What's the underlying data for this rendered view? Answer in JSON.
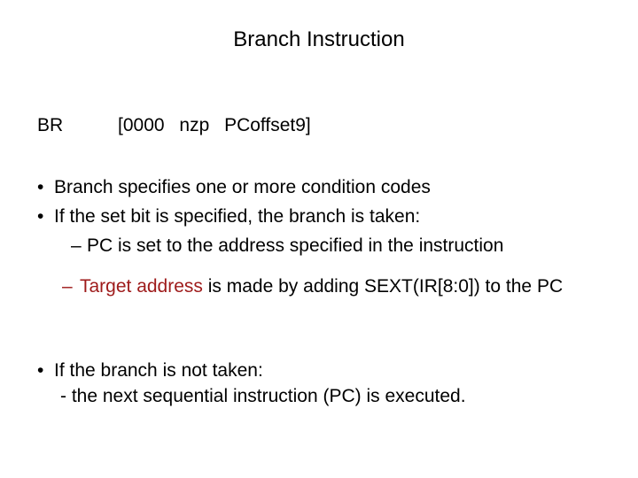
{
  "slide": {
    "title": "Branch Instruction",
    "instruction": {
      "mnemonic": "BR",
      "encoding": "[0000 nzp PCoffset9]"
    },
    "glyphs": {
      "bullet": "•",
      "dash": "–"
    },
    "bullets": {
      "b1": "Branch specifies one or more condition codes",
      "b2": "If the set bit is specified, the branch is taken:",
      "b2_sub1": "PC is set to the address specified in the instruction",
      "b2_sub2_highlight": "Target address",
      "b2_sub2_rest": " is made by adding SEXT(IR[8:0]) to the PC",
      "b3": "If the branch is not taken:",
      "b3_sub1": "- the next sequential instruction (PC) is executed."
    },
    "colors": {
      "background": "#ffffff",
      "text": "#000000",
      "highlight_red": "#9e1a1a"
    }
  }
}
